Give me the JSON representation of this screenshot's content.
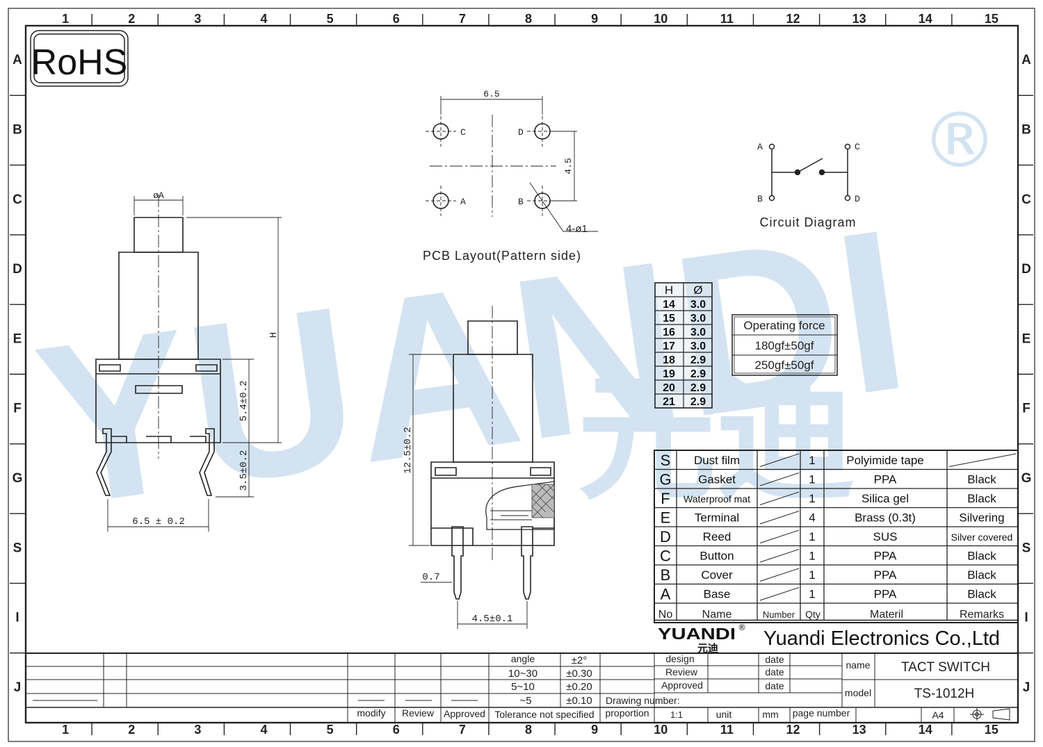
{
  "border": {
    "columns": [
      "1",
      "2",
      "3",
      "4",
      "5",
      "6",
      "7",
      "8",
      "9",
      "10",
      "11",
      "12",
      "13",
      "14",
      "15"
    ],
    "rows": [
      "A",
      "B",
      "C",
      "D",
      "E",
      "F",
      "G",
      "S",
      "I",
      "J"
    ]
  },
  "rohs": "RoHS",
  "watermark": {
    "brand": "YUANDI",
    "chinese": "元迪",
    "mark": "®",
    "color": "#cfe0f0",
    "accent": "#d6ecd0"
  },
  "side_view": {
    "phi_label": "øA",
    "h_label": "H",
    "dim_upper": "5.4±0.2",
    "dim_lower": "3.5±0.2",
    "width": "6.5 ± 0.2"
  },
  "front_view": {
    "height": "12.5±0.2",
    "pin_width": "0.7",
    "pin_spacing": "4.5±0.1"
  },
  "pcb": {
    "top_dim": "6.5",
    "side_dim": "4.5",
    "hole_label": "4-ø1",
    "pads": {
      "a": "A",
      "b": "B",
      "c": "C",
      "d": "D"
    },
    "caption": "PCB Layout(Pattern side)"
  },
  "circuit": {
    "caption": "Circuit Diagram",
    "a": "A",
    "b": "B",
    "c": "C",
    "d": "D"
  },
  "h_table": {
    "headers": [
      "H",
      "Ø"
    ],
    "rows": [
      [
        "14",
        "3.0"
      ],
      [
        "15",
        "3.0"
      ],
      [
        "16",
        "3.0"
      ],
      [
        "17",
        "3.0"
      ],
      [
        "18",
        "2.9"
      ],
      [
        "19",
        "2.9"
      ],
      [
        "20",
        "2.9"
      ],
      [
        "21",
        "2.9"
      ]
    ]
  },
  "force": {
    "title": "Operating force",
    "values": [
      "180gf±50gf",
      "250gf±50gf"
    ]
  },
  "bom": {
    "rows": [
      {
        "no": "S",
        "name": "Dust film",
        "qty": "1",
        "material": "Polyimide tape",
        "remarks": ""
      },
      {
        "no": "G",
        "name": "Gasket",
        "qty": "1",
        "material": "PPA",
        "remarks": "Black"
      },
      {
        "no": "F",
        "name": "Waterproof mat",
        "qty": "1",
        "material": "Silica gel",
        "remarks": "Black"
      },
      {
        "no": "E",
        "name": "Terminal",
        "qty": "4",
        "material": "Brass (0.3t)",
        "remarks": "Silvering"
      },
      {
        "no": "D",
        "name": "Reed",
        "qty": "1",
        "material": "SUS",
        "remarks": "Silver covered"
      },
      {
        "no": "C",
        "name": "Button",
        "qty": "1",
        "material": "PPA",
        "remarks": "Black"
      },
      {
        "no": "B",
        "name": "Cover",
        "qty": "1",
        "material": "PPA",
        "remarks": "Black"
      },
      {
        "no": "A",
        "name": "Base",
        "qty": "1",
        "material": "PPA",
        "remarks": "Black"
      }
    ],
    "header": {
      "no": "No",
      "name": "Name",
      "number": "Number",
      "qty": "Qty",
      "material": "Materil",
      "remarks": "Remarks"
    }
  },
  "company": {
    "logo": "YUANDI",
    "logo_cn": "元迪",
    "logo_mark": "®",
    "name": "Yuandi Electronics Co.,Ltd"
  },
  "title_block": {
    "angle_label": "angle",
    "angle_tol": "±2°",
    "tolerances": [
      [
        "10~30",
        "±0.30"
      ],
      [
        "5~10",
        "±0.20"
      ],
      [
        "~5",
        "±0.10"
      ]
    ],
    "tol_caption": "Tolerance not specified",
    "modify": "modify",
    "review": "Review",
    "approved": "Approved",
    "design": "design",
    "review2": "Review",
    "approved2": "Approved",
    "date": "date",
    "drawing_number": "Drawing number:",
    "proportion": "proportion",
    "scale": "1:1",
    "unit": "unit",
    "unit_value": "mm",
    "page_number": "page number",
    "name_label": "name",
    "name_value": "TACT SWITCH",
    "model_label": "model",
    "model_value": "TS-1012H",
    "paper": "A4"
  }
}
